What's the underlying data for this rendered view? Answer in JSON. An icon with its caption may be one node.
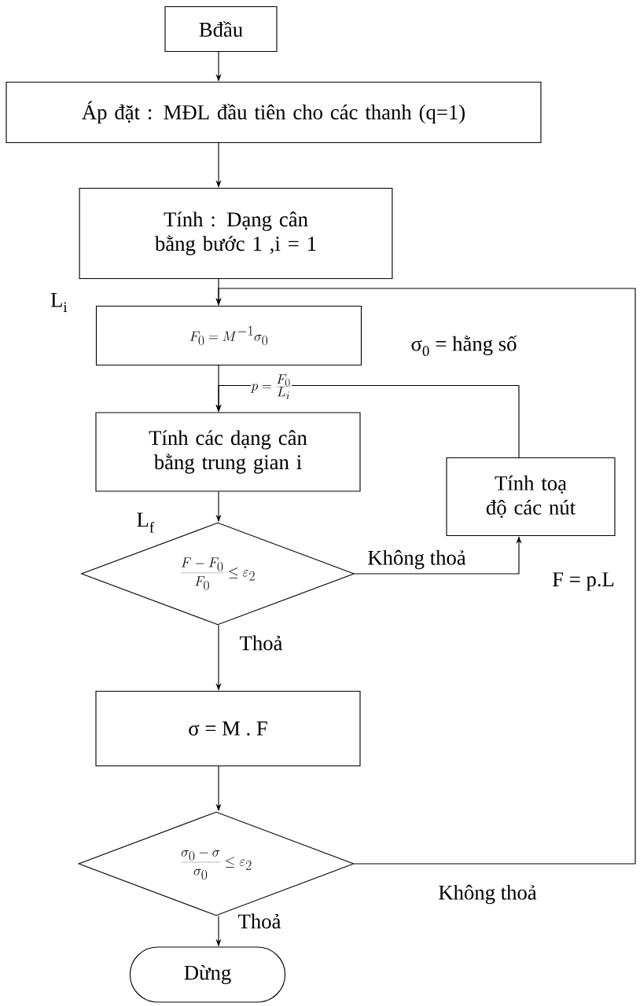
{
  "diagram": {
    "nodes": [
      {
        "text": [
          "Bđầu"
        ]
      },
      {
        "text": [
          "Áp đặt : MĐL đầu tiên cho các thanh  (q=1)"
        ]
      },
      {
        "text": [
          "Tính : Dạng cân bằng bước 1 ,i = 1"
        ]
      },
      {
        "text": [
          "F_0 = M^{-1}\\sigma_0"
        ]
      },
      {
        "text": [
          "Tính các dạng cân bằng trung gian i"
        ]
      },
      {
        "text": [
          "\\frac{F - F_0}{F_0} \\le \\varepsilon_2"
        ]
      },
      {
        "text": [
          "Tính toạ độ các nút"
        ]
      },
      {
        "text": [
          "σ = M . F"
        ]
      },
      {
        "text": [
          "\\frac{\\sigma_0 - \\sigma}{\\sigma_0} \\le \\varepsilon_2"
        ]
      },
      {
        "text": [
          "Dừng"
        ]
      }
    ],
    "edges": [
      {
        "from": 0,
        "to": 1,
        "arrow": "to"
      },
      {
        "from": 1,
        "to": 2,
        "arrow": "to"
      },
      {
        "from": 2,
        "to": 3,
        "arrow": "to"
      },
      {
        "from": 3,
        "to": 4,
        "arrow": "to"
      },
      {
        "from": 4,
        "to": 5,
        "arrow": "to"
      },
      {
        "from": 5,
        "to": 6,
        "arrow": "to",
        "label": "Không thoả"
      },
      {
        "from": 6,
        "to": 4,
        "arrow": "to",
        "label": "p = \\frac{F_0}{L_i}"
      },
      {
        "from": 5,
        "to": 7,
        "arrow": "to",
        "label": "Thoả"
      },
      {
        "from": 7,
        "to": 8,
        "arrow": "to"
      },
      {
        "from": 8,
        "to": 9,
        "arrow": "to",
        "label": "Thoả"
      },
      {
        "from": 8,
        "to": 3,
        "arrow": "to",
        "label": "Không thoả"
      }
    ],
    "labels": [
      "L$_{i}$",
      "σ$_{0}$ = hằng số",
      "L$_{f}$",
      "F = p.L"
    ]
  }
}
